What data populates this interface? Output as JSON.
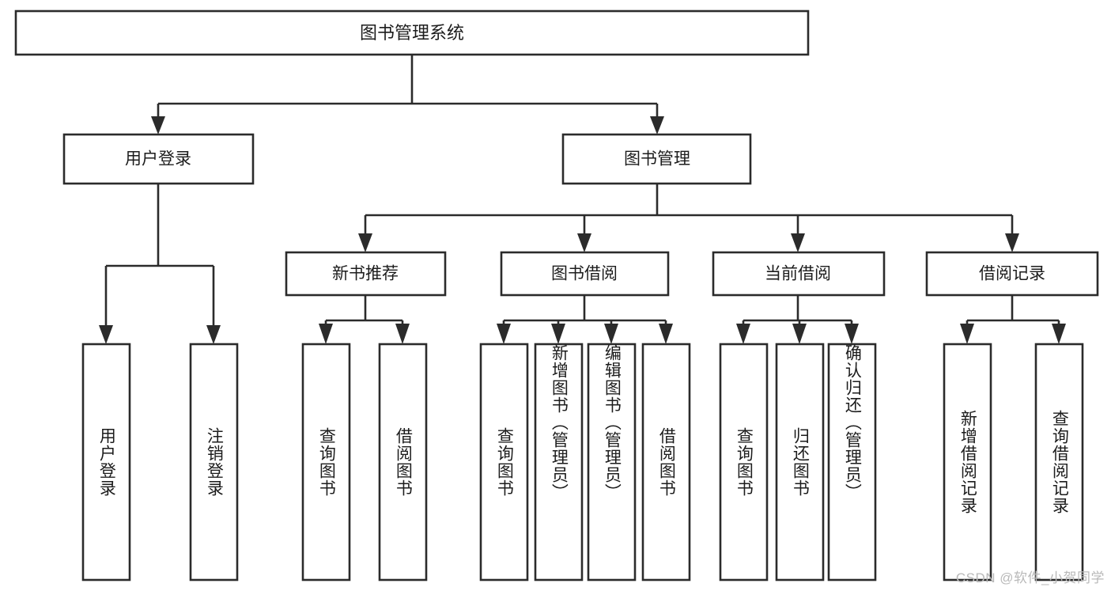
{
  "diagram": {
    "type": "tree",
    "title": "图书管理系统",
    "watermark": "CSDN @软件_小贺同学",
    "root": {
      "id": "root",
      "label": "图书管理系统",
      "orientation": "horizontal"
    },
    "level2": [
      {
        "id": "user-login",
        "label": "用户登录",
        "orientation": "horizontal"
      },
      {
        "id": "book-management",
        "label": "图书管理",
        "orientation": "horizontal"
      }
    ],
    "level3": [
      {
        "id": "new-book-recommend",
        "label": "新书推荐",
        "orientation": "horizontal",
        "parent": "book-management"
      },
      {
        "id": "book-borrow",
        "label": "图书借阅",
        "orientation": "horizontal",
        "parent": "book-management"
      },
      {
        "id": "current-borrow",
        "label": "当前借阅",
        "orientation": "horizontal",
        "parent": "book-management"
      },
      {
        "id": "borrow-record",
        "label": "借阅记录",
        "orientation": "horizontal",
        "parent": "book-management"
      }
    ],
    "leaves": [
      {
        "id": "leaf-user-login",
        "label": "用户登录",
        "orientation": "vertical",
        "parent": "user-login"
      },
      {
        "id": "leaf-user-logout",
        "label": "注销登录",
        "orientation": "vertical",
        "parent": "user-login"
      },
      {
        "id": "leaf-query-book-1",
        "label": "查询图书",
        "orientation": "vertical",
        "parent": "new-book-recommend"
      },
      {
        "id": "leaf-borrow-book-1",
        "label": "借阅图书",
        "orientation": "vertical",
        "parent": "new-book-recommend"
      },
      {
        "id": "leaf-query-book-2",
        "label": "查询图书",
        "orientation": "vertical",
        "parent": "book-borrow"
      },
      {
        "id": "leaf-add-book",
        "label": "新增图书（管理员）",
        "orientation": "vertical",
        "parent": "book-borrow"
      },
      {
        "id": "leaf-edit-book",
        "label": "编辑图书（管理员）",
        "orientation": "vertical",
        "parent": "book-borrow"
      },
      {
        "id": "leaf-borrow-book-2",
        "label": "借阅图书",
        "orientation": "vertical",
        "parent": "book-borrow"
      },
      {
        "id": "leaf-query-book-3",
        "label": "查询图书",
        "orientation": "vertical",
        "parent": "current-borrow"
      },
      {
        "id": "leaf-return-book",
        "label": "归还图书",
        "orientation": "vertical",
        "parent": "current-borrow"
      },
      {
        "id": "leaf-confirm-return",
        "label": "确认归还（管理员）",
        "orientation": "vertical",
        "parent": "current-borrow"
      },
      {
        "id": "leaf-add-record",
        "label": "新增借阅记录",
        "orientation": "vertical",
        "parent": "borrow-record"
      },
      {
        "id": "leaf-query-record",
        "label": "查询借阅记录",
        "orientation": "vertical",
        "parent": "borrow-record"
      }
    ],
    "colors": {
      "stroke": "#2b2b2b",
      "fill": "#ffffff",
      "text": "#1c1c1c",
      "watermark": "#b9b9b9"
    }
  }
}
